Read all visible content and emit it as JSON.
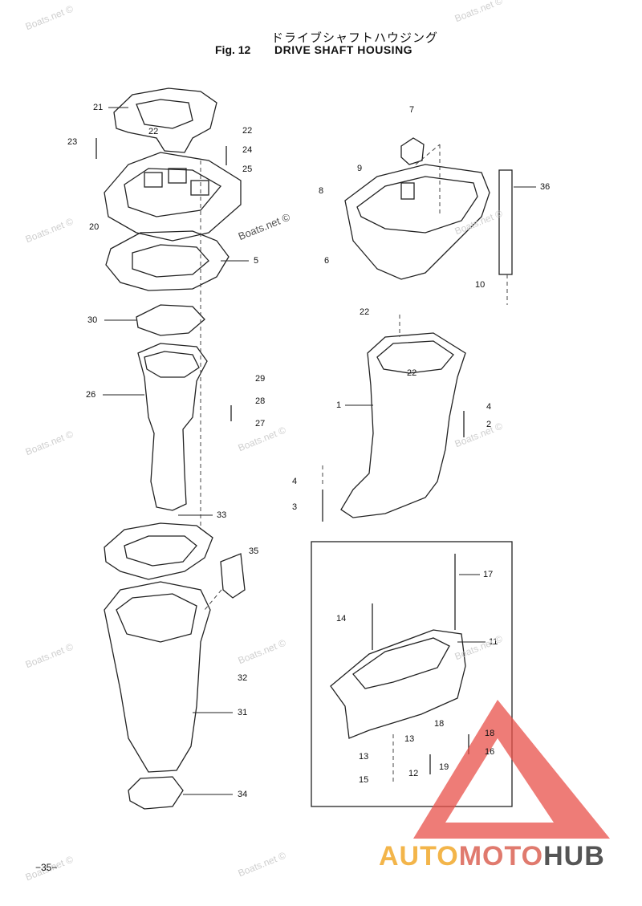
{
  "header": {
    "title_jp": "ドライブシャフトハウジング",
    "fig_label": "Fig. 12",
    "title_en": "DRIVE SHAFT HOUSING"
  },
  "callouts": [
    {
      "id": "c21",
      "text": "21"
    },
    {
      "id": "c22a",
      "text": "22"
    },
    {
      "id": "c22b",
      "text": "22"
    },
    {
      "id": "c23",
      "text": "23"
    },
    {
      "id": "c24",
      "text": "24"
    },
    {
      "id": "c25",
      "text": "25"
    },
    {
      "id": "c20",
      "text": "20"
    },
    {
      "id": "c5",
      "text": "5"
    },
    {
      "id": "c30",
      "text": "30"
    },
    {
      "id": "c29",
      "text": "29"
    },
    {
      "id": "c28",
      "text": "28"
    },
    {
      "id": "c27",
      "text": "27"
    },
    {
      "id": "c26",
      "text": "26"
    },
    {
      "id": "c33",
      "text": "33"
    },
    {
      "id": "c35",
      "text": "35"
    },
    {
      "id": "c32",
      "text": "32"
    },
    {
      "id": "c31",
      "text": "31"
    },
    {
      "id": "c34",
      "text": "34"
    },
    {
      "id": "c7",
      "text": "7"
    },
    {
      "id": "c9",
      "text": "9"
    },
    {
      "id": "c8",
      "text": "8"
    },
    {
      "id": "c6",
      "text": "6"
    },
    {
      "id": "c36",
      "text": "36"
    },
    {
      "id": "c10",
      "text": "10"
    },
    {
      "id": "c22c",
      "text": "22"
    },
    {
      "id": "c22d",
      "text": "22"
    },
    {
      "id": "c1",
      "text": "1"
    },
    {
      "id": "c4a",
      "text": "4"
    },
    {
      "id": "c2",
      "text": "2"
    },
    {
      "id": "c4b",
      "text": "4"
    },
    {
      "id": "c3",
      "text": "3"
    },
    {
      "id": "c17",
      "text": "17"
    },
    {
      "id": "c14",
      "text": "14"
    },
    {
      "id": "c11",
      "text": "11"
    },
    {
      "id": "c18a",
      "text": "18"
    },
    {
      "id": "c18b",
      "text": "18"
    },
    {
      "id": "c13a",
      "text": "13"
    },
    {
      "id": "c16",
      "text": "16"
    },
    {
      "id": "c13b",
      "text": "13"
    },
    {
      "id": "c19",
      "text": "19"
    },
    {
      "id": "c12",
      "text": "12"
    },
    {
      "id": "c15",
      "text": "15"
    }
  ],
  "watermark": "Boats.net ©",
  "page_number": "−35−",
  "brand": {
    "part1": "AUTO",
    "part2": "MOTO",
    "part3": "HUB",
    "triangle_color": "#e8504a"
  }
}
